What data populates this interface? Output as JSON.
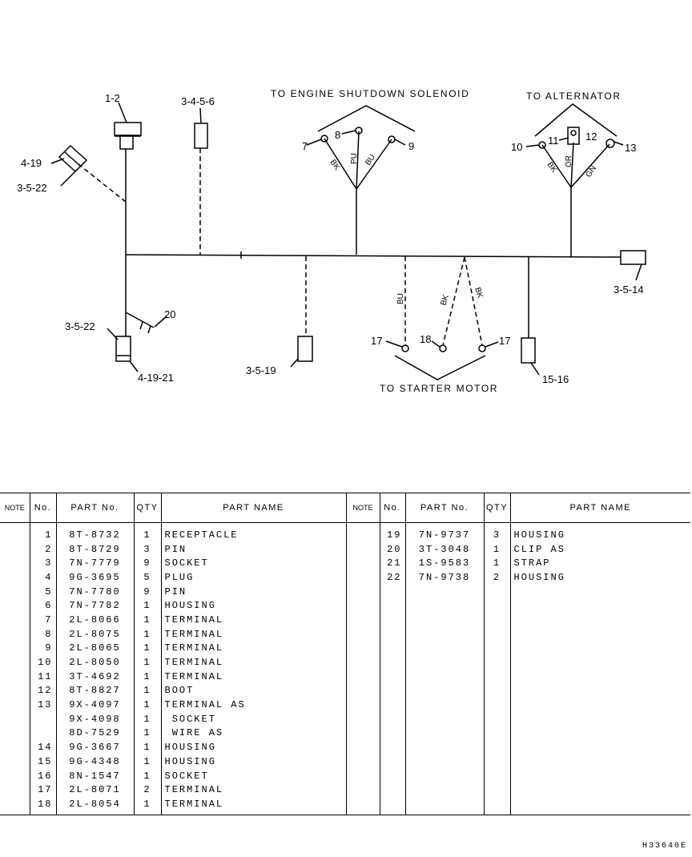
{
  "diagram": {
    "titles": {
      "shutdown": "TO ENGINE SHUTDOWN SOLENOID",
      "alternator": "TO ALTERNATOR",
      "starter": "TO STARTER MOTOR"
    },
    "callouts": {
      "c1_2": "1-2",
      "c3_4_5_6": "3-4-5-6",
      "c4_19": "4-19",
      "c3_5_22_top": "3-5-22",
      "c7": "7",
      "c8": "8",
      "c9": "9",
      "c10": "10",
      "c11": "11",
      "c12": "12",
      "c13": "13",
      "c3_5_14": "3-5-14",
      "c3_5_22_bottom": "3-5-22",
      "c20": "20",
      "c4_19_21": "4-19-21",
      "c3_5_19": "3-5-19",
      "c17_left": "17",
      "c18": "18",
      "c17_right": "17",
      "c15_16": "15-16"
    },
    "wires": {
      "bk1": "BK",
      "pu": "PU",
      "bu1": "BU",
      "bk2": "BK",
      "or": "OR",
      "gn": "GN",
      "bu2": "BU",
      "bk3": "BK",
      "bk4": "BK"
    }
  },
  "table": {
    "headers": {
      "note": "NOTE",
      "no": "No.",
      "part_no": "PART No.",
      "qty": "QTY",
      "part_name": "PART NAME"
    },
    "rows": [
      {
        "left": {
          "no": "1",
          "pn": "8T-8732",
          "qty": "1",
          "name": "RECEPTACLE"
        },
        "right": {
          "no": "19",
          "pn": "7N-9737",
          "qty": "3",
          "name": "HOUSING"
        }
      },
      {
        "left": {
          "no": "2",
          "pn": "8T-8729",
          "qty": "3",
          "name": "PIN"
        },
        "right": {
          "no": "20",
          "pn": "3T-3048",
          "qty": "1",
          "name": "CLIP AS"
        }
      },
      {
        "left": {
          "no": "3",
          "pn": "7N-7779",
          "qty": "9",
          "name": "SOCKET"
        },
        "right": {
          "no": "21",
          "pn": "1S-9583",
          "qty": "1",
          "name": "STRAP"
        }
      },
      {
        "left": {
          "no": "4",
          "pn": "9G-3695",
          "qty": "5",
          "name": "PLUG"
        },
        "right": {
          "no": "22",
          "pn": "7N-9738",
          "qty": "2",
          "name": "HOUSING"
        }
      },
      {
        "left": {
          "no": "5",
          "pn": "7N-7780",
          "qty": "9",
          "name": "PIN"
        },
        "right": {
          "no": "",
          "pn": "",
          "qty": "",
          "name": ""
        }
      },
      {
        "left": {
          "no": "6",
          "pn": "7N-7782",
          "qty": "1",
          "name": "HOUSING"
        },
        "right": {
          "no": "",
          "pn": "",
          "qty": "",
          "name": ""
        }
      },
      {
        "left": {
          "no": "7",
          "pn": "2L-8066",
          "qty": "1",
          "name": "TERMINAL"
        },
        "right": {
          "no": "",
          "pn": "",
          "qty": "",
          "name": ""
        }
      },
      {
        "left": {
          "no": "8",
          "pn": "2L-8075",
          "qty": "1",
          "name": "TERMINAL"
        },
        "right": {
          "no": "",
          "pn": "",
          "qty": "",
          "name": ""
        }
      },
      {
        "left": {
          "no": "9",
          "pn": "2L-8065",
          "qty": "1",
          "name": "TERMINAL"
        },
        "right": {
          "no": "",
          "pn": "",
          "qty": "",
          "name": ""
        }
      },
      {
        "left": {
          "no": "10",
          "pn": "2L-8050",
          "qty": "1",
          "name": "TERMINAL"
        },
        "right": {
          "no": "",
          "pn": "",
          "qty": "",
          "name": ""
        }
      },
      {
        "left": {
          "no": "11",
          "pn": "3T-4692",
          "qty": "1",
          "name": "TERMINAL"
        },
        "right": {
          "no": "",
          "pn": "",
          "qty": "",
          "name": ""
        }
      },
      {
        "left": {
          "no": "12",
          "pn": "8T-8827",
          "qty": "1",
          "name": "BOOT"
        },
        "right": {
          "no": "",
          "pn": "",
          "qty": "",
          "name": ""
        }
      },
      {
        "left": {
          "no": "13",
          "pn": "9X-4097",
          "qty": "1",
          "name": "TERMINAL AS"
        },
        "right": {
          "no": "",
          "pn": "",
          "qty": "",
          "name": ""
        }
      },
      {
        "left": {
          "no": "",
          "pn": "9X-4098",
          "qty": "1",
          "name": " SOCKET"
        },
        "right": {
          "no": "",
          "pn": "",
          "qty": "",
          "name": ""
        }
      },
      {
        "left": {
          "no": "",
          "pn": "8D-7529",
          "qty": "1",
          "name": " WIRE AS"
        },
        "right": {
          "no": "",
          "pn": "",
          "qty": "",
          "name": ""
        }
      },
      {
        "left": {
          "no": "14",
          "pn": "9G-3667",
          "qty": "1",
          "name": "HOUSING"
        },
        "right": {
          "no": "",
          "pn": "",
          "qty": "",
          "name": ""
        }
      },
      {
        "left": {
          "no": "15",
          "pn": "9G-4348",
          "qty": "1",
          "name": "HOUSING"
        },
        "right": {
          "no": "",
          "pn": "",
          "qty": "",
          "name": ""
        }
      },
      {
        "left": {
          "no": "16",
          "pn": "8N-1547",
          "qty": "1",
          "name": "SOCKET"
        },
        "right": {
          "no": "",
          "pn": "",
          "qty": "",
          "name": ""
        }
      },
      {
        "left": {
          "no": "17",
          "pn": "2L-8071",
          "qty": "2",
          "name": "TERMINAL"
        },
        "right": {
          "no": "",
          "pn": "",
          "qty": "",
          "name": ""
        }
      },
      {
        "left": {
          "no": "18",
          "pn": "2L-8054",
          "qty": "1",
          "name": "TERMINAL"
        },
        "right": {
          "no": "",
          "pn": "",
          "qty": "",
          "name": ""
        }
      }
    ]
  },
  "drawing_id": "H33640E"
}
